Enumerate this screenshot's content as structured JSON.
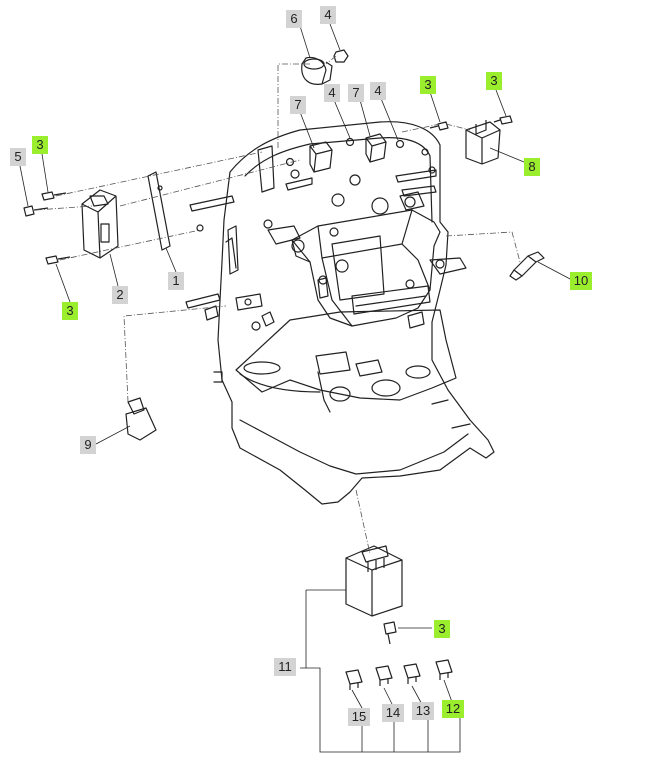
{
  "colors": {
    "callout_gray": "#d3d3d3",
    "callout_green": "#9bee2d",
    "line": "#222222",
    "leader": "#555555"
  },
  "callouts": [
    {
      "id": "c6",
      "label": "6",
      "highlight": false
    },
    {
      "id": "c4a",
      "label": "4",
      "highlight": false
    },
    {
      "id": "c3a",
      "label": "3",
      "highlight": true
    },
    {
      "id": "c3b",
      "label": "3",
      "highlight": true
    },
    {
      "id": "c7a",
      "label": "7",
      "highlight": false
    },
    {
      "id": "c4b",
      "label": "4",
      "highlight": false
    },
    {
      "id": "c7b",
      "label": "7",
      "highlight": false
    },
    {
      "id": "c4c",
      "label": "4",
      "highlight": false
    },
    {
      "id": "c5",
      "label": "5",
      "highlight": false
    },
    {
      "id": "c3c",
      "label": "3",
      "highlight": true
    },
    {
      "id": "c8",
      "label": "8",
      "highlight": true
    },
    {
      "id": "c2",
      "label": "2",
      "highlight": false
    },
    {
      "id": "c1",
      "label": "1",
      "highlight": false
    },
    {
      "id": "c3d",
      "label": "3",
      "highlight": true
    },
    {
      "id": "c10",
      "label": "10",
      "highlight": true
    },
    {
      "id": "c9",
      "label": "9",
      "highlight": false
    },
    {
      "id": "c3e",
      "label": "3",
      "highlight": true
    },
    {
      "id": "c11",
      "label": "11",
      "highlight": false
    },
    {
      "id": "c15",
      "label": "15",
      "highlight": false
    },
    {
      "id": "c14",
      "label": "14",
      "highlight": false
    },
    {
      "id": "c13",
      "label": "13",
      "highlight": false
    },
    {
      "id": "c12",
      "label": "12",
      "highlight": true
    }
  ]
}
